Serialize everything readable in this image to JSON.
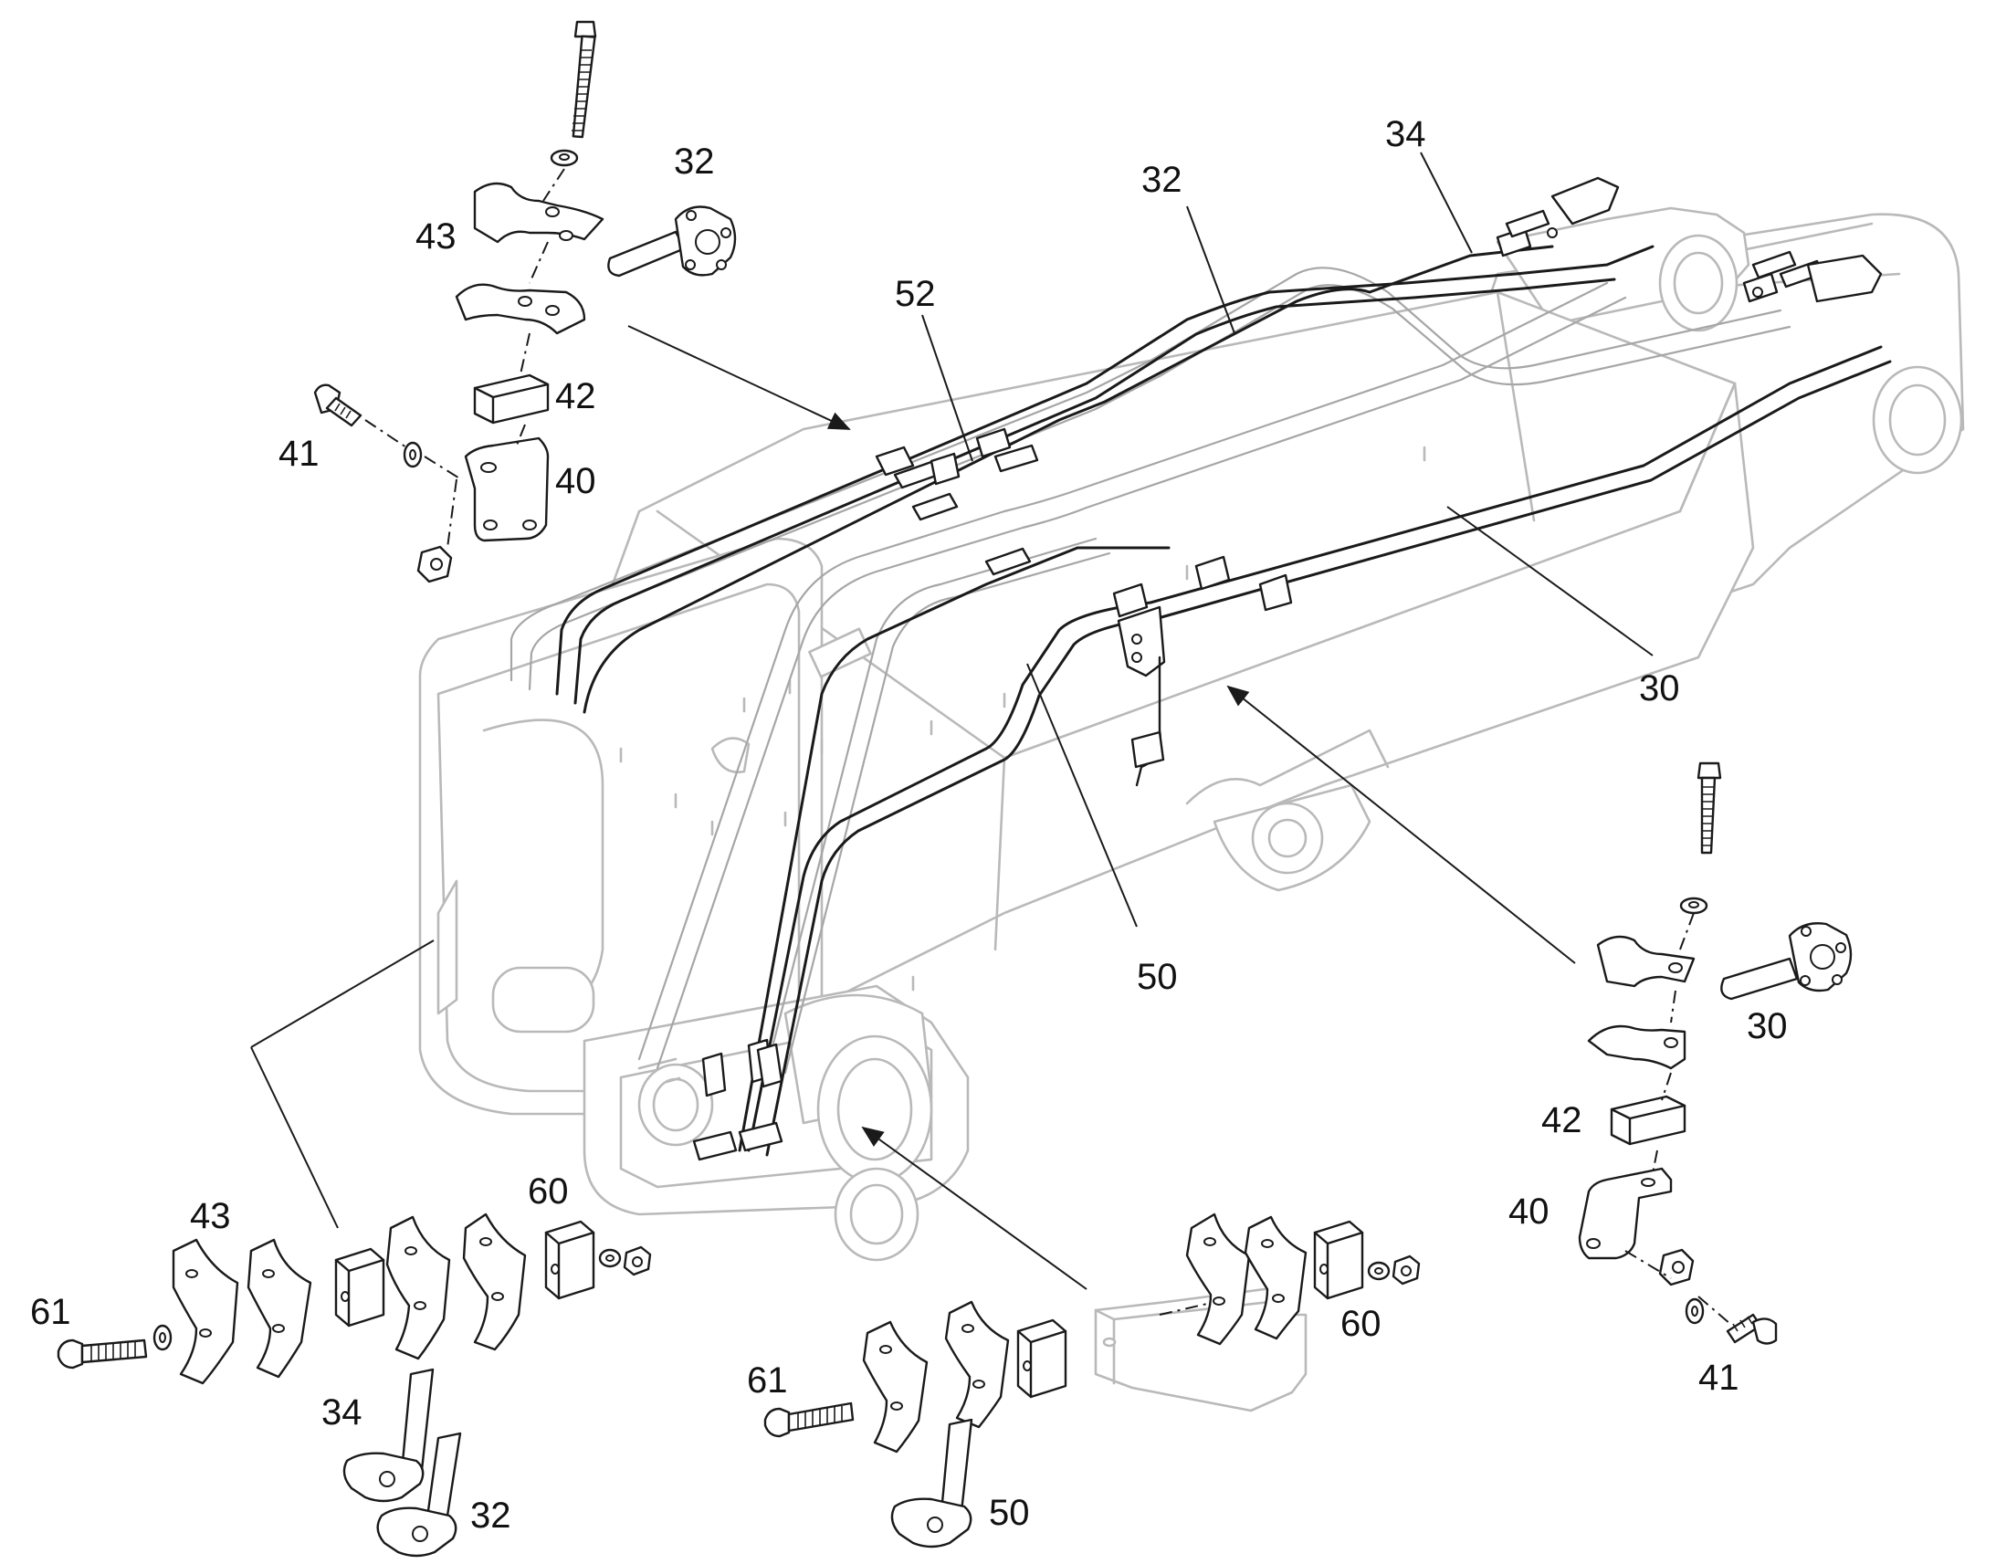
{
  "callouts": {
    "c34_top": "34",
    "c32_top": "32",
    "c52": "52",
    "c32_tl": "32",
    "c43_tl": "43",
    "c42_tl": "42",
    "c41_tl": "41",
    "c40_tl": "40",
    "c30_mid": "30",
    "c50_mid": "50",
    "c30_r": "30",
    "c42_r": "42",
    "c40_r": "40",
    "c41_r": "41",
    "c43_bl": "43",
    "c60_bl": "60",
    "c61_bl": "61",
    "c34_bl": "34",
    "c32_bl": "32",
    "c61_bc": "61",
    "c60_bc": "60",
    "c50_bc": "50"
  }
}
